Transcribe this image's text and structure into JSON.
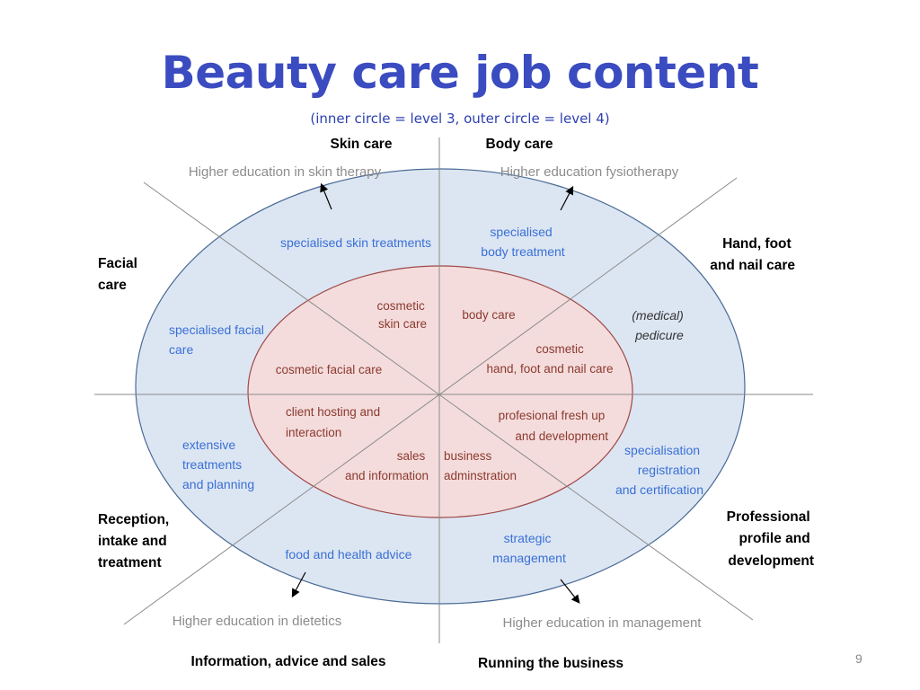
{
  "slide": {
    "title": "Beauty care job content",
    "subtitle": "(inner circle = level 3, outer circle = level 4)",
    "page_number": "9"
  },
  "sectors": {
    "skin_care": "Skin care",
    "body_care": "Body care",
    "hand_foot_nail": [
      "Hand, foot",
      "and nail care"
    ],
    "facial_care": [
      "Facial",
      "care"
    ],
    "reception": [
      "Reception,",
      "intake and",
      "treatment"
    ],
    "professional": [
      "Professional",
      "profile and",
      "development"
    ],
    "information": "Information, advice and sales",
    "running_business": "Running the business"
  },
  "higher_education": {
    "skin": "Higher education in skin therapy",
    "body": "Higher education fysiotherapy",
    "dietetics": "Higher education in dietetics",
    "management": "Higher education in management"
  },
  "outer_ring": {
    "skin": "specialised skin treatments",
    "body": [
      "specialised",
      "body treatment"
    ],
    "facial": [
      "specialised facial",
      "care"
    ],
    "nail": [
      "(medical)",
      "pedicure"
    ],
    "reception": [
      "extensive",
      "treatments",
      "and planning"
    ],
    "professional": [
      "specialisation",
      "registration",
      "and certification"
    ],
    "food": "food and health advice",
    "strategic": [
      "strategic",
      "management"
    ]
  },
  "inner_ring": {
    "skin": [
      "cosmetic",
      "skin care"
    ],
    "body": "body care",
    "facial": "cosmetic facial care",
    "nail": [
      "cosmetic",
      "hand, foot and nail care"
    ],
    "client": [
      "client hosting and",
      "interaction"
    ],
    "professional": [
      "profesional fresh up",
      "and development"
    ],
    "sales": [
      "sales",
      "and information"
    ],
    "business": [
      "business",
      "adminstration"
    ]
  },
  "colors": {
    "title": "#3b4cc0",
    "outer_fill": "#dce6f2",
    "outer_stroke": "#4a6a96",
    "inner_fill": "#f4dcdc",
    "inner_stroke": "#9e4848",
    "outer_text": "#3a6fd6",
    "inner_text": "#8b3a2e"
  }
}
